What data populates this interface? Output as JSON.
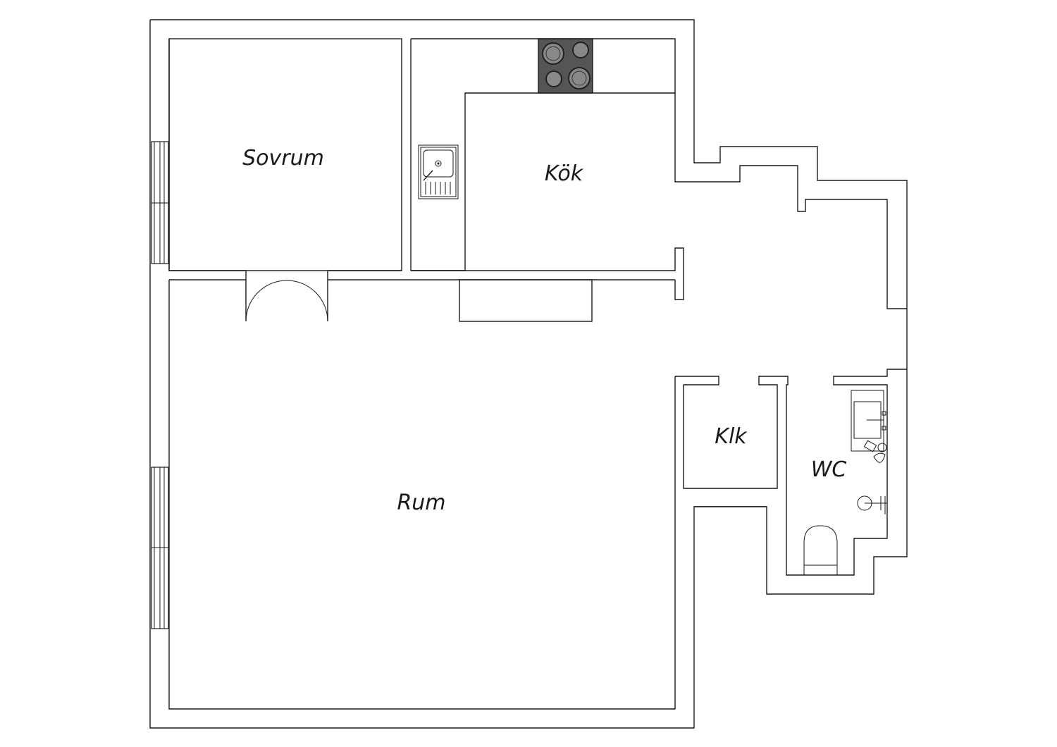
{
  "rooms": {
    "sovrum": "Sovrum",
    "kok": "Kök",
    "rum": "Rum",
    "klk": "Klk",
    "wc": "WC"
  },
  "colors": {
    "stroke": "#1a1a1a",
    "stove": "#555555",
    "burner": "#888888",
    "background": "#ffffff"
  },
  "icons": [
    "stove-icon",
    "sink-icon",
    "toilet-icon",
    "washbasin-icon",
    "shower-icon",
    "door-swing-icon",
    "window-icon"
  ]
}
